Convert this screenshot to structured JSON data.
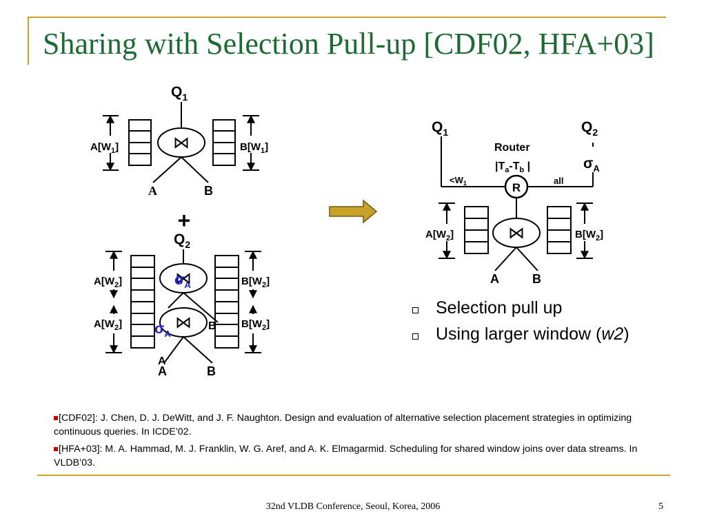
{
  "slide": {
    "title": "Sharing with Selection Pull-up [CDF02, HFA+03]",
    "bullets": [
      {
        "text": "Selection pull up"
      },
      {
        "text_pre": "Using larger window (",
        "text_em": "w2",
        "text_post": ")"
      }
    ],
    "references": [
      {
        "text": "[CDF02]: J. Chen, D. J. DeWitt, and J. F. Naughton. Design and evaluation of alternative selection placement strategies in optimizing continuous queries. In ICDE’02."
      },
      {
        "text": "[HFA+03]: M. A. Hammad, M. J. Franklin, W. G. Aref, and A. K. Elmagarmid. Scheduling for shared window joins over data streams. In VLDB’03."
      }
    ],
    "footer": "32nd VLDB Conference, Seoul, Korea, 2006",
    "page_number": "5",
    "colors": {
      "title": "#1b6b33",
      "accent_gold": "#c9a227",
      "sigma_blue": "#1f1fd6",
      "arrow_fill": "#c9a227"
    }
  },
  "diagram": {
    "top_left": {
      "query": {
        "main": "Q",
        "sub": "1"
      },
      "left_window": {
        "main": "A[W",
        "sub": "1",
        "end": "]"
      },
      "right_window": {
        "main": "B[W",
        "sub": "1",
        "end": "]"
      },
      "stream_a": "A",
      "stream_b": "B",
      "join_symbol": "⋈"
    },
    "plus": "+",
    "bottom_left": {
      "query": {
        "main": "Q",
        "sub": "2"
      },
      "left_window_upper": {
        "main": "A[W",
        "sub": "2",
        "end": "]"
      },
      "left_window_lower": {
        "main": "A[W",
        "sub": "2",
        "end": "]"
      },
      "right_window_upper": {
        "main": "B[W",
        "sub": "2",
        "end": "]"
      },
      "right_window_lower": {
        "main": "B[W",
        "sub": "2",
        "end": "]"
      },
      "sigma_upper": {
        "main": "σ",
        "sub": "A"
      },
      "sigma_lower": {
        "main": "σ",
        "sub": "A"
      },
      "ghost_b": "B",
      "ghost_a": "A",
      "stream_a": "A",
      "stream_b": "B",
      "join_symbol": "⋈"
    },
    "right": {
      "query1": {
        "main": "Q",
        "sub": "1"
      },
      "query2": {
        "main": "Q",
        "sub": "2"
      },
      "router_label": "Router",
      "router_expr": {
        "open": "|T",
        "sub_a": "a",
        "mid": "-T",
        "sub_b": "b",
        "close": " |"
      },
      "sigma": {
        "main": "σ",
        "sub": "A"
      },
      "router_node": "R",
      "lt_w": {
        "main": "<W",
        "sub": "1"
      },
      "all": "all",
      "left_window": {
        "main": "A[W",
        "sub": "2",
        "end": "]"
      },
      "right_window": {
        "main": "B[W",
        "sub": "2",
        "end": "]"
      },
      "stream_a": "A",
      "stream_b": "B",
      "join_symbol": "⋈"
    }
  }
}
